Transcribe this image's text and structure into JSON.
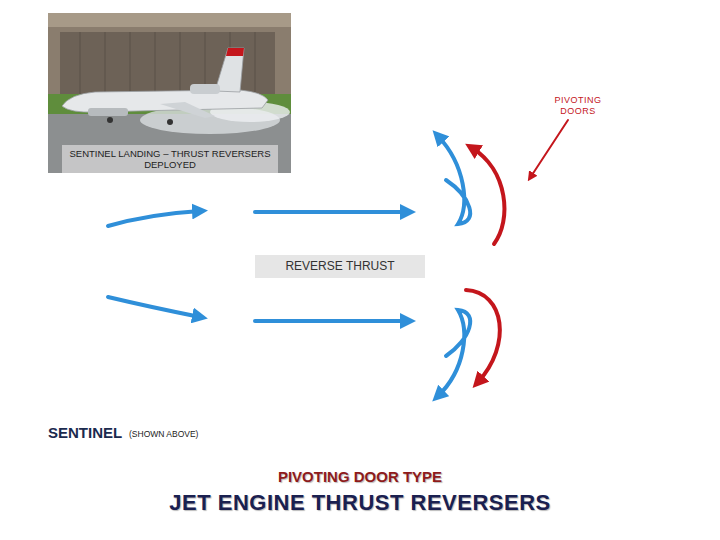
{
  "diagram": {
    "title": "JET ENGINE THRUST REVERSERS",
    "nodes": [
      {
        "text": [
          "SENTINEL LANDING – THRUST REVERSERS DEPLOYED"
        ]
      },
      {
        "text": [
          "REVERSE THRUST"
        ]
      }
    ],
    "labels": [
      "PIVOTING DOORS",
      "SENTINEL",
      "(SHOWN ABOVE)",
      "PIVOTING DOOR TYPE"
    ]
  }
}
